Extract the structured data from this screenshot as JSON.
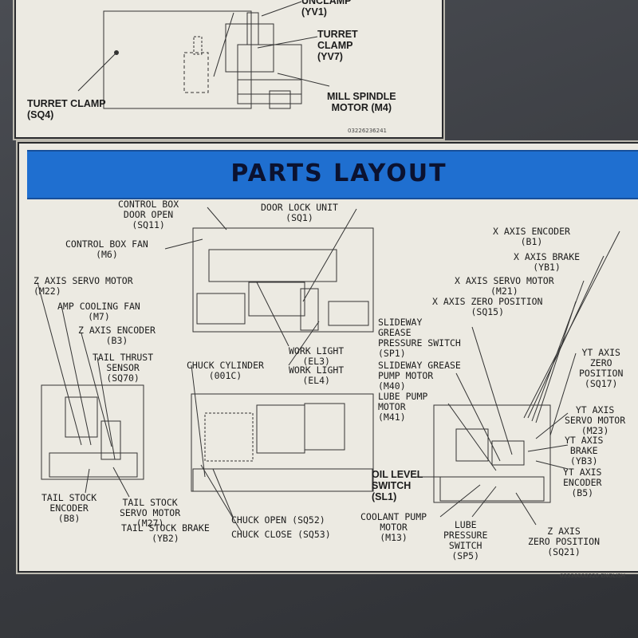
{
  "top_plate": {
    "labels": {
      "unclamp": "UNCLAMP\n(YV1)",
      "turret_clamp_valve": "TURRET\nCLAMP\n(YV7)",
      "turret_clamp_sensor": "TURRET CLAMP\n(SQ4)",
      "mill_spindle_motor": "MILL SPINDLE\nMOTOR (M4)"
    },
    "serial": "03226236241"
  },
  "main_plate": {
    "title": "PARTS LAYOUT",
    "labels": {
      "control_box_door_open": "CONTROL BOX\nDOOR OPEN\n(SQ11)",
      "control_box_fan": "CONTROL BOX FAN\n(M6)",
      "door_lock_unit": "DOOR LOCK UNIT\n(SQ1)",
      "z_axis_servo_motor": "Z AXIS SERVO MOTOR\n(M22)",
      "amp_cooling_fan": "AMP COOLING FAN\n(M7)",
      "z_axis_encoder": "Z AXIS ENCODER\n(B3)",
      "tail_thrust_sensor": "TAIL THRUST\nSENSOR\n(SQ70)",
      "work_light_el3": "WORK LIGHT\n(EL3)",
      "chuck_cylinder": "CHUCK CYLINDER\n(001C)",
      "work_light_el4": "WORK LIGHT\n(EL4)",
      "x_axis_encoder": "X AXIS ENCODER\n(B1)",
      "x_axis_brake": "X AXIS BRAKE\n(YB1)",
      "x_axis_servo_motor": "X AXIS SERVO MOTOR\n(M21)",
      "x_axis_zero_position": "X AXIS ZERO POSITION\n(SQ15)",
      "slideway_grease_pressure_switch": "SLIDEWAY\nGREASE\nPRESSURE SWITCH\n(SP1)",
      "slideway_grease_pump_motor": "SLIDEWAY GREASE\nPUMP MOTOR\n(M40)",
      "lube_pump_motor": "LUBE PUMP\nMOTOR\n(M41)",
      "yt_axis_zero_position": "YT AXIS\nZERO\nPOSITION\n(SQ17)",
      "yt_axis_servo_motor": "YT AXIS\nSERVO MOTOR\n(M23)",
      "yt_axis_brake": "YT AXIS\nBRAKE\n(YB3)",
      "yt_axis_encoder": "YT AXIS\nENCODER\n(B5)",
      "oil_level_switch": "OIL LEVEL\nSWITCH\n(SL1)",
      "tail_stock_encoder": "TAIL STOCK\nENCODER\n(B8)",
      "tail_stock_servo_motor": "TAIL STOCK\nSERVO MOTOR\n(M27)",
      "tail_stock_brake": "TAIL STOCK BRAKE\n(YB2)",
      "chuck_open": "CHUCK OPEN (SQ52)",
      "chuck_close": "CHUCK CLOSE (SQ53)",
      "coolant_pump_motor": "COOLANT PUMP\nMOTOR\n(M13)",
      "lube_pressure_switch": "LUBE\nPRESSURE\nSWITCH\n(SP5)",
      "z_axis_zero_position": "Z AXIS\nZERO POSITION\n(SQ21)"
    },
    "serial": "03336000320  ENGLISH"
  },
  "colors": {
    "banner": "#1f6fd0",
    "title_text": "#0b1230",
    "plate": "#eceae2",
    "cabinet": "#3b3d42"
  }
}
